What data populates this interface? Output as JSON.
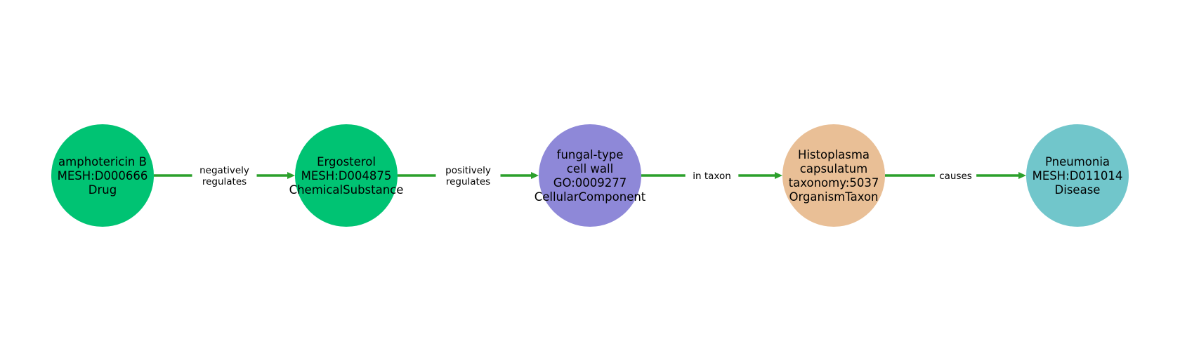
{
  "colors": {
    "edge": "#2ca02c"
  },
  "nodes": [
    {
      "lines": [
        "amphotericin B",
        "MESH:D000666",
        "Drug"
      ],
      "color": "#00c373"
    },
    {
      "lines": [
        "Ergosterol",
        "MESH:D004875",
        "ChemicalSubstance"
      ],
      "color": "#00c373"
    },
    {
      "lines": [
        "fungal-type",
        "cell wall",
        "GO:0009277",
        "CellularComponent"
      ],
      "color": "#8e88d8"
    },
    {
      "lines": [
        "Histoplasma",
        "capsulatum",
        "taxonomy:5037",
        "OrganismTaxon"
      ],
      "color": "#e9bf96"
    },
    {
      "lines": [
        "Pneumonia",
        "MESH:D011014",
        "Disease"
      ],
      "color": "#71c6cb"
    }
  ],
  "edges": [
    {
      "from": 0,
      "to": 1,
      "lines": [
        "negatively",
        "regulates"
      ]
    },
    {
      "from": 1,
      "to": 2,
      "lines": [
        "positively",
        "regulates"
      ]
    },
    {
      "from": 2,
      "to": 3,
      "lines": [
        "in taxon"
      ]
    },
    {
      "from": 3,
      "to": 4,
      "lines": [
        "causes"
      ]
    }
  ]
}
